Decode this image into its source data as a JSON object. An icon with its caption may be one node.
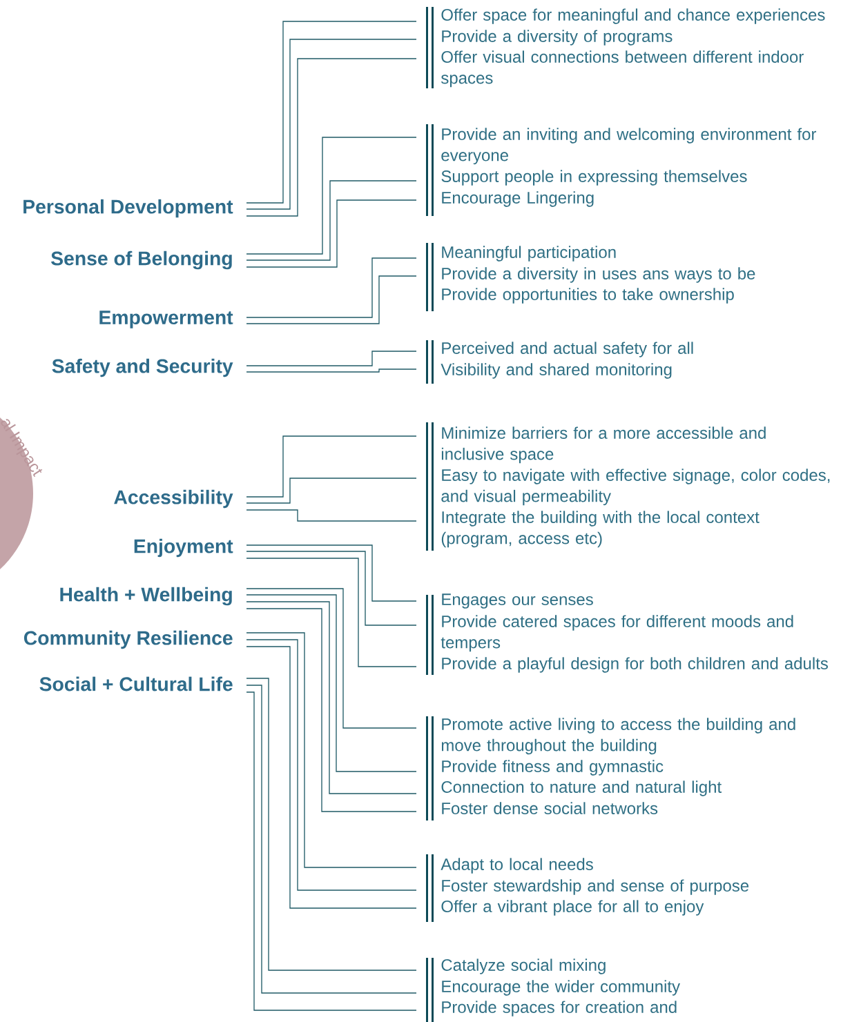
{
  "diagram": {
    "nodes": [
      {
        "text": [
          "Personal Development"
        ]
      },
      {
        "text": [
          "Sense of Belonging"
        ]
      },
      {
        "text": [
          "Empowerment"
        ]
      },
      {
        "text": [
          "Safety and Security"
        ]
      },
      {
        "text": [
          "Accessibility"
        ]
      },
      {
        "text": [
          "Enjoyment"
        ]
      },
      {
        "text": [
          "Health + Wellbeing"
        ]
      },
      {
        "text": [
          "Community Resilience"
        ]
      },
      {
        "text": [
          "Social + Cultural Life"
        ]
      },
      {
        "text": [
          "Offer space for meaningful and chance experiences"
        ]
      },
      {
        "text": [
          "Provide a diversity of programs"
        ]
      },
      {
        "text": [
          "Offer visual connections between different indoor spaces"
        ]
      },
      {
        "text": [
          "Provide an inviting and welcoming environment for everyone"
        ]
      },
      {
        "text": [
          "Support people in expressing themselves"
        ]
      },
      {
        "text": [
          "Encourage Lingering"
        ]
      },
      {
        "text": [
          "Meaningful participation"
        ]
      },
      {
        "text": [
          "Provide a diversity in uses ans ways to be"
        ]
      },
      {
        "text": [
          "Provide opportunities to take ownership"
        ]
      },
      {
        "text": [
          "Perceived and actual safety for all"
        ]
      },
      {
        "text": [
          "Visibility and shared monitoring"
        ]
      },
      {
        "text": [
          "Minimize barriers for a more accessible and inclusive space"
        ]
      },
      {
        "text": [
          "Easy to navigate with effective signage, color codes, and visual permeability"
        ]
      },
      {
        "text": [
          "Integrate the building with the local context (program, access etc)"
        ]
      },
      {
        "text": [
          "Engages our senses"
        ]
      },
      {
        "text": [
          "Provide catered spaces for different moods and tempers"
        ]
      },
      {
        "text": [
          "Provide a playful design for both children and adults"
        ]
      },
      {
        "text": [
          "Promote active living to access the building and move throughout the building"
        ]
      },
      {
        "text": [
          "Provide fitness and gymnastic"
        ]
      },
      {
        "text": [
          "Connection to nature and natural light"
        ]
      },
      {
        "text": [
          "Foster dense social networks"
        ]
      },
      {
        "text": [
          "Adapt to local needs"
        ]
      },
      {
        "text": [
          "Foster stewardship and sense of purpose"
        ]
      },
      {
        "text": [
          "Offer a vibrant place for all to enjoy"
        ]
      },
      {
        "text": [
          "Catalyze social mixing"
        ]
      },
      {
        "text": [
          "Encourage the wider community"
        ]
      },
      {
        "text": [
          "Provide spaces for creation and"
        ]
      }
    ],
    "edges": [
      {
        "from": 0,
        "to": 9,
        "arrow": "none"
      },
      {
        "from": 0,
        "to": 10,
        "arrow": "none"
      },
      {
        "from": 0,
        "to": 11,
        "arrow": "none"
      },
      {
        "from": 1,
        "to": 12,
        "arrow": "none"
      },
      {
        "from": 1,
        "to": 13,
        "arrow": "none"
      },
      {
        "from": 1,
        "to": 14,
        "arrow": "none"
      },
      {
        "from": 2,
        "to": 15,
        "arrow": "none"
      },
      {
        "from": 2,
        "to": 16,
        "arrow": "none"
      },
      {
        "from": 3,
        "to": 18,
        "arrow": "none"
      },
      {
        "from": 3,
        "to": 19,
        "arrow": "none"
      },
      {
        "from": 4,
        "to": 20,
        "arrow": "none"
      },
      {
        "from": 4,
        "to": 21,
        "arrow": "none"
      },
      {
        "from": 4,
        "to": 22,
        "arrow": "none"
      },
      {
        "from": 5,
        "to": 23,
        "arrow": "none"
      },
      {
        "from": 5,
        "to": 24,
        "arrow": "none"
      },
      {
        "from": 5,
        "to": 25,
        "arrow": "none"
      },
      {
        "from": 6,
        "to": 26,
        "arrow": "none"
      },
      {
        "from": 6,
        "to": 27,
        "arrow": "none"
      },
      {
        "from": 6,
        "to": 28,
        "arrow": "none"
      },
      {
        "from": 6,
        "to": 29,
        "arrow": "none"
      },
      {
        "from": 7,
        "to": 30,
        "arrow": "none"
      },
      {
        "from": 7,
        "to": 31,
        "arrow": "none"
      },
      {
        "from": 7,
        "to": 32,
        "arrow": "none"
      },
      {
        "from": 8,
        "to": 33,
        "arrow": "none"
      },
      {
        "from": 8,
        "to": 34,
        "arrow": "none"
      },
      {
        "from": 8,
        "to": 35,
        "arrow": "none"
      }
    ],
    "labels": [
      "al Impact"
    ]
  }
}
